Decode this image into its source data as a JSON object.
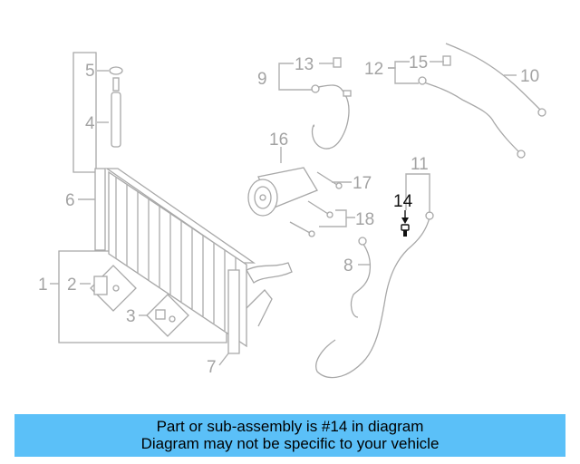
{
  "diagram": {
    "callouts": [
      "1",
      "2",
      "3",
      "4",
      "5",
      "6",
      "7",
      "8",
      "9",
      "10",
      "11",
      "12",
      "13",
      "14",
      "15",
      "16",
      "17",
      "18"
    ],
    "highlighted_callout": "14",
    "highlight_color": "#111111",
    "callout_color": "#a3a3a3"
  },
  "banner": {
    "line1": "Part or sub-assembly is #14 in diagram",
    "line2": "Diagram may not be specific to your vehicle",
    "background": "#5bc0f8"
  }
}
